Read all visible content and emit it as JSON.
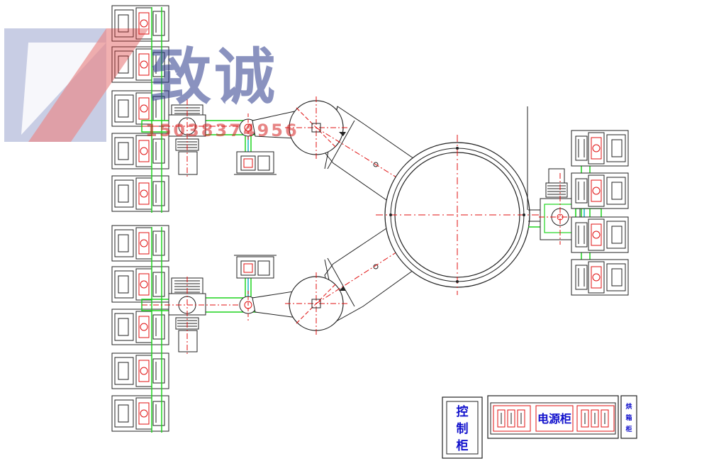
{
  "watermark": {
    "brand": "致诚",
    "phone": "15038374956",
    "colors": {
      "logo": "#2b3a8c",
      "text": "#2b3a8c",
      "phone": "#d42020"
    }
  },
  "cabinets": {
    "control": [
      "控",
      "制",
      "柜"
    ],
    "power": "电源柜",
    "side": [
      "烘",
      "箱",
      "柜"
    ]
  },
  "colors": {
    "line": "#222222",
    "centerline": "#e01010",
    "green": "#1fd41f",
    "cyan": "#17b3c6",
    "cab_text": "#1010cc"
  }
}
